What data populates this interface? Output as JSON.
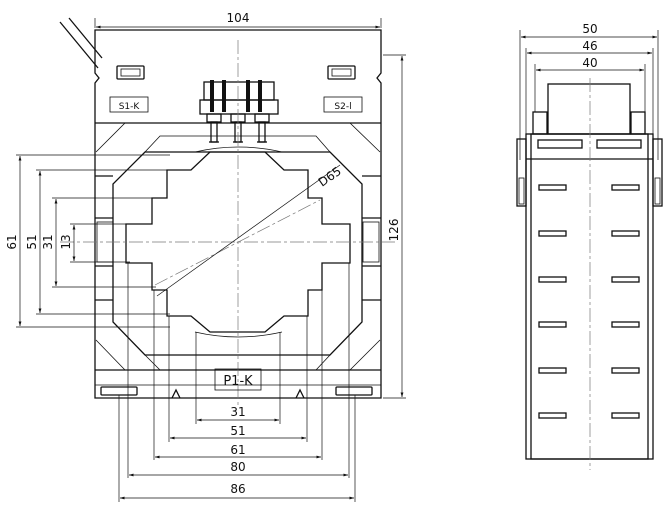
{
  "front_view": {
    "width_label": "104",
    "height_label": "126",
    "diameter_label": "D65",
    "terminal_labels": {
      "left": "S1-K",
      "right": "S2-l"
    },
    "bottom_label": "P1-K",
    "left_dims": [
      "61",
      "51",
      "31",
      "13"
    ],
    "bottom_dims": [
      "31",
      "51",
      "61",
      "80",
      "86"
    ]
  },
  "side_view": {
    "top_dims": [
      "50",
      "46",
      "40"
    ]
  }
}
